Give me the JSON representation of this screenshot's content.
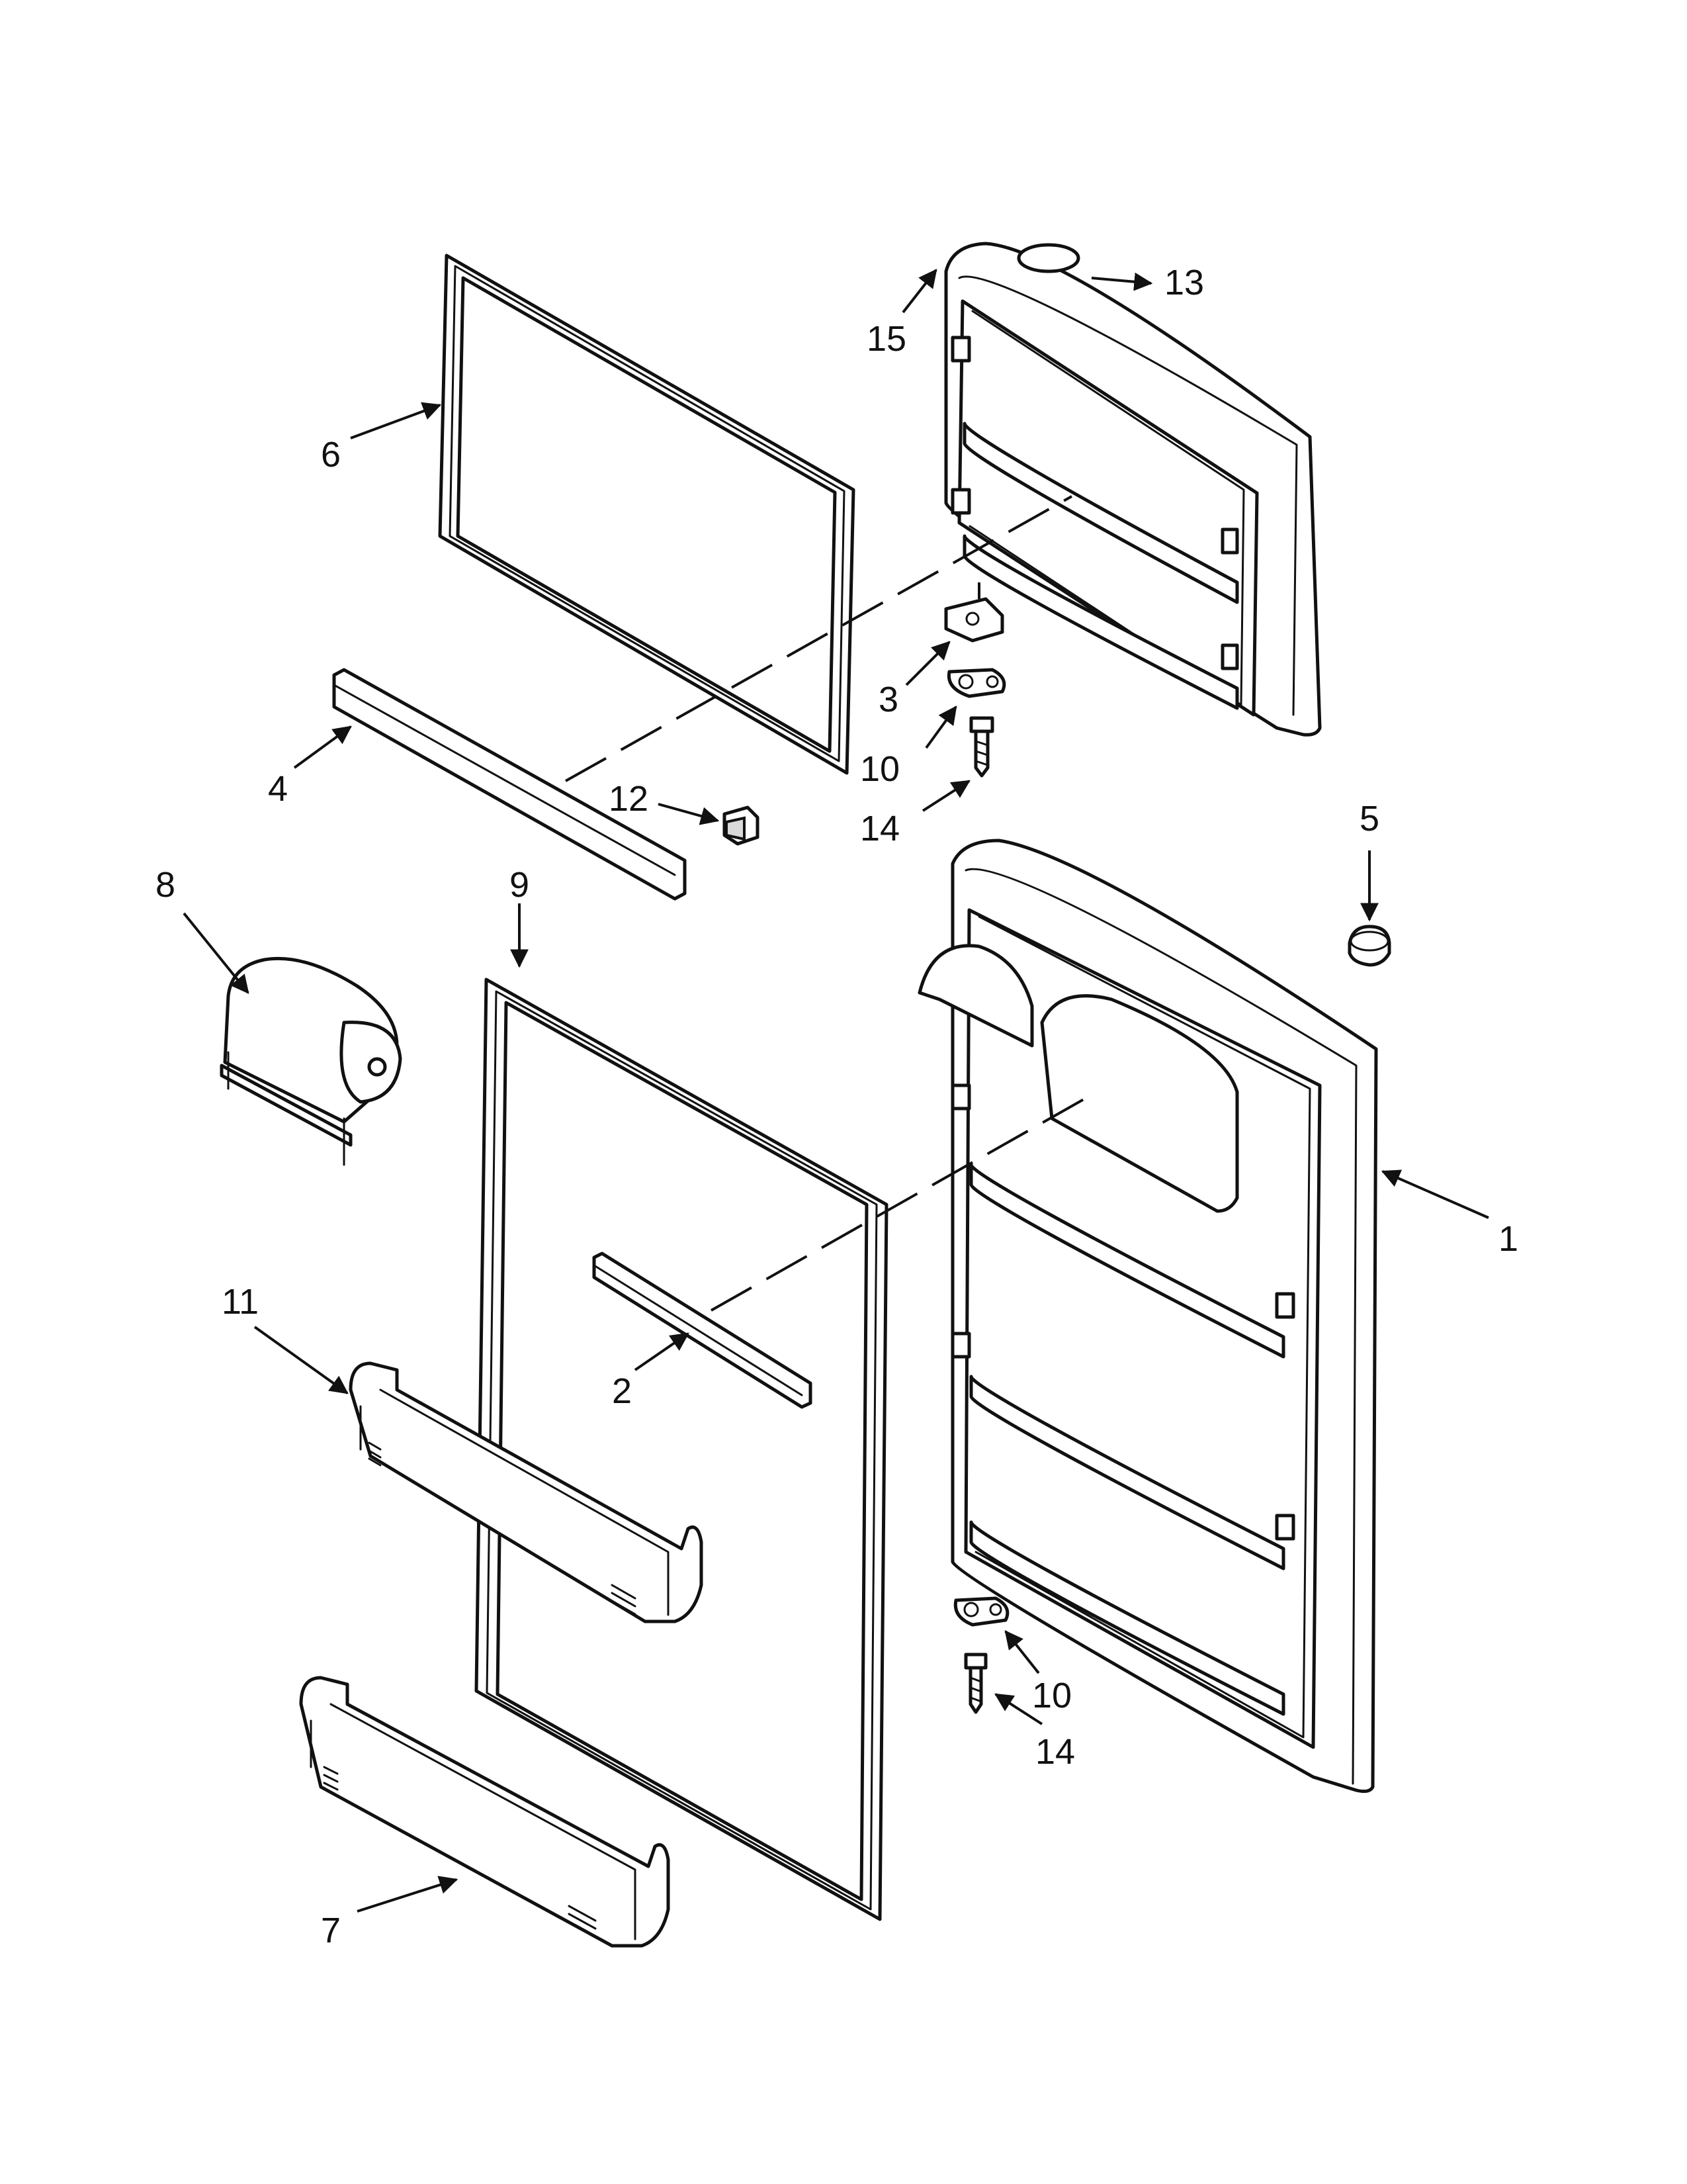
{
  "callouts": {
    "c1": "1",
    "c2": "2",
    "c3": "3",
    "c4": "4",
    "c5": "5",
    "c6": "6",
    "c7": "7",
    "c8": "8",
    "c9": "9",
    "c10a": "10",
    "c10b": "10",
    "c11": "11",
    "c12": "12",
    "c13": "13",
    "c14a": "14",
    "c14b": "14",
    "c15": "15"
  }
}
